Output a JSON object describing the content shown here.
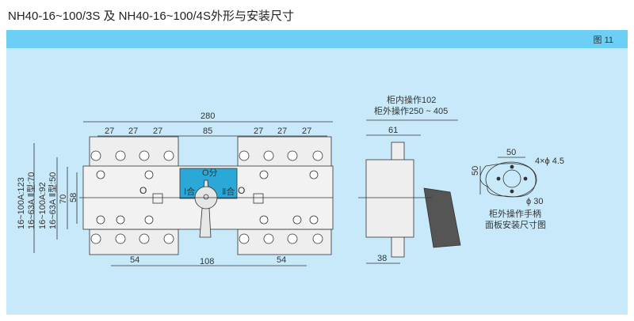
{
  "title": "NH40-16~100/3S 及 NH40-16~100/4S外形与安装尺寸",
  "figure_label": "图 11",
  "front_view": {
    "overall_width": "280",
    "pitch": [
      "27",
      "27",
      "27",
      "85",
      "27",
      "27",
      "27"
    ],
    "bottom": [
      "54",
      "108",
      "54"
    ],
    "heights": [
      "16~100A:123",
      "16~63A Ⅱ型:70",
      "16~100A:92",
      "16~63A Ⅱ型:50",
      "70",
      "58"
    ],
    "switch_labels": {
      "off": "O分",
      "one": "Ⅰ合",
      "two": "Ⅱ合",
      "o_left": "O",
      "o_right": "O"
    }
  },
  "side_view": {
    "inner_op": "柜内操作102",
    "outer_op": "柜外操作250 ~ 405",
    "depth": "61",
    "base": "38"
  },
  "panel_cutout": {
    "width": "50",
    "height": "50",
    "holes": "4×ϕ 4.5",
    "center": "ϕ 30",
    "caption1": "柜外操作手柄",
    "caption2": "面板安装尺寸图"
  }
}
